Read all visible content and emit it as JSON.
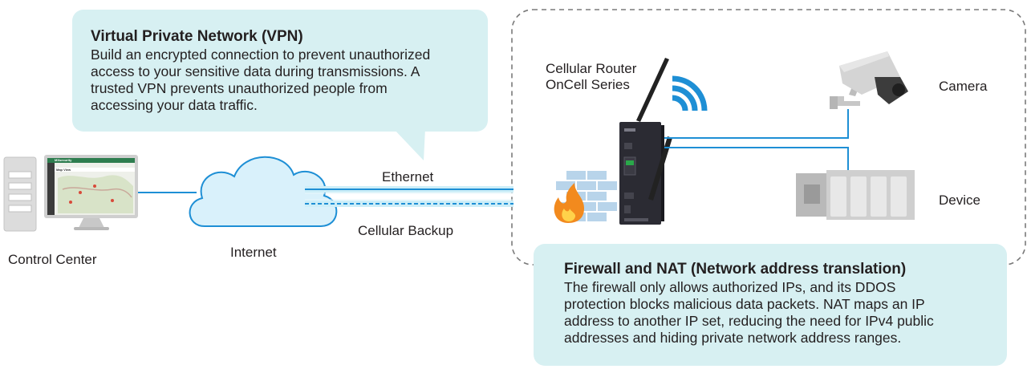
{
  "vpn_callout": {
    "title": "Virtual Private Network (VPN)",
    "body": "Build an encrypted connection to prevent unauthorized access to your sensitive data during transmissions. A trusted VPN prevents unauthorized people from accessing your data traffic."
  },
  "firewall_callout": {
    "title": "Firewall and NAT (Network address translation)",
    "body": "The firewall only allows authorized IPs, and its DDOS protection blocks malicious data packets. NAT maps an IP address to another IP set, reducing the need for IPv4 public addresses and hiding private network address ranges."
  },
  "nodes": {
    "control_center": "Control Center",
    "internet": "Internet",
    "router_line1": "Cellular Router",
    "router_line2": "OnCell Series",
    "camera": "Camera",
    "device": "Device"
  },
  "links": {
    "ethernet": "Ethernet",
    "cellular_backup": "Cellular Backup"
  },
  "screen": {
    "app_name": "MXsecurity",
    "view_name": "Map View"
  },
  "colors": {
    "accent_blue": "#1e8fd5",
    "callout_bg": "#d7f0f2",
    "cloud": "#d9f1fb",
    "flame": "#f28a1e",
    "wall_blue": "#b8d4ea"
  }
}
